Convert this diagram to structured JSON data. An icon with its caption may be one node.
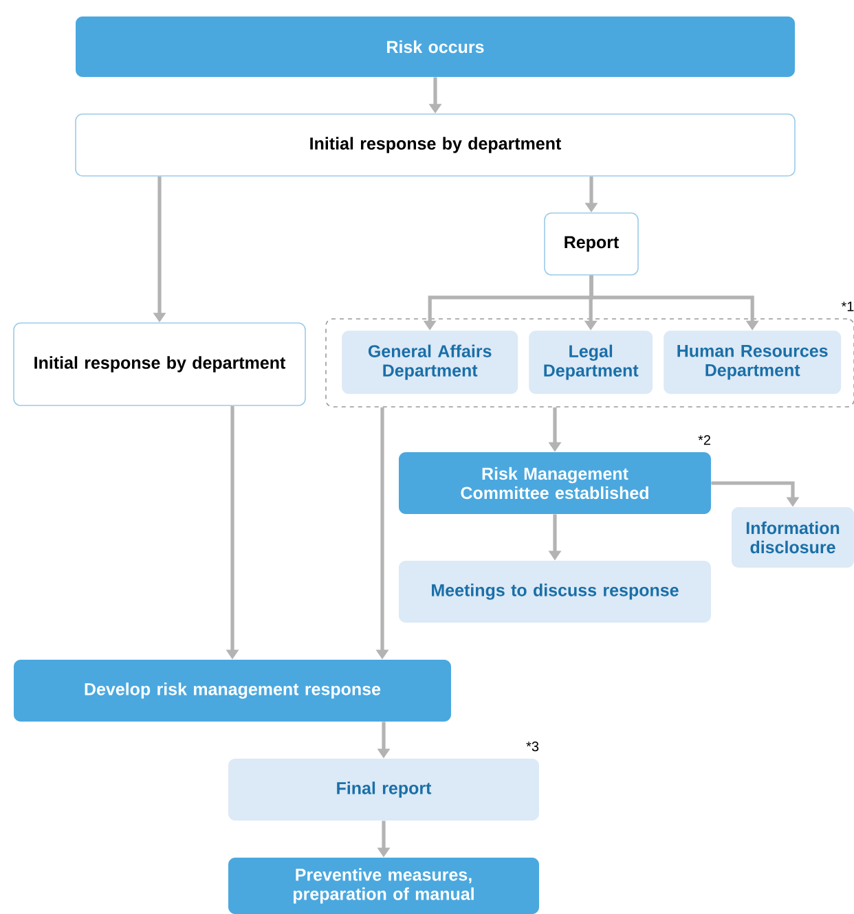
{
  "diagram": {
    "nodes": [
      {
        "text": [
          "Risk occurs"
        ]
      },
      {
        "text": [
          "Initial response by department"
        ]
      },
      {
        "text": [
          "Report"
        ]
      },
      {
        "text": [
          "Initial response by department"
        ]
      },
      {
        "text": [],
        "shape": "box",
        "beside": [
          "*1"
        ]
      },
      {
        "text": [
          "General Affairs Department"
        ],
        "in": 4
      },
      {
        "text": [
          "Legal Department"
        ],
        "in": 4
      },
      {
        "text": [
          "Human Resources Department"
        ],
        "in": 4
      },
      {
        "text": [
          "Risk Management Committee established"
        ],
        "beside": [
          "*2"
        ]
      },
      {
        "text": [
          "Information disclosure"
        ]
      },
      {
        "text": [
          "Meetings to discuss response"
        ]
      },
      {
        "text": [
          "Develop risk management response"
        ]
      },
      {
        "text": [
          "Final report"
        ],
        "beside": [
          "*3"
        ]
      },
      {
        "text": [
          "Preventive measures, preparation of manual"
        ]
      }
    ],
    "edges": [
      {
        "from": 0,
        "to": 1,
        "arrow": "to"
      },
      {
        "from": 1,
        "to": 3,
        "arrow": "to"
      },
      {
        "from": 1,
        "to": 2,
        "arrow": "to"
      },
      {
        "from": 2,
        "to": 5,
        "arrow": "to"
      },
      {
        "from": 2,
        "to": 6,
        "arrow": "to"
      },
      {
        "from": 2,
        "to": 7,
        "arrow": "to"
      },
      {
        "from": 4,
        "to": 8,
        "arrow": "to"
      },
      {
        "from": 4,
        "to": 11,
        "arrow": "to"
      },
      {
        "from": 3,
        "to": 11,
        "arrow": "to"
      },
      {
        "from": 8,
        "to": 9,
        "arrow": "to"
      },
      {
        "from": 8,
        "to": 10,
        "arrow": "to"
      },
      {
        "from": 11,
        "to": 12,
        "arrow": "to"
      },
      {
        "from": 12,
        "to": 13,
        "arrow": "to"
      }
    ]
  }
}
